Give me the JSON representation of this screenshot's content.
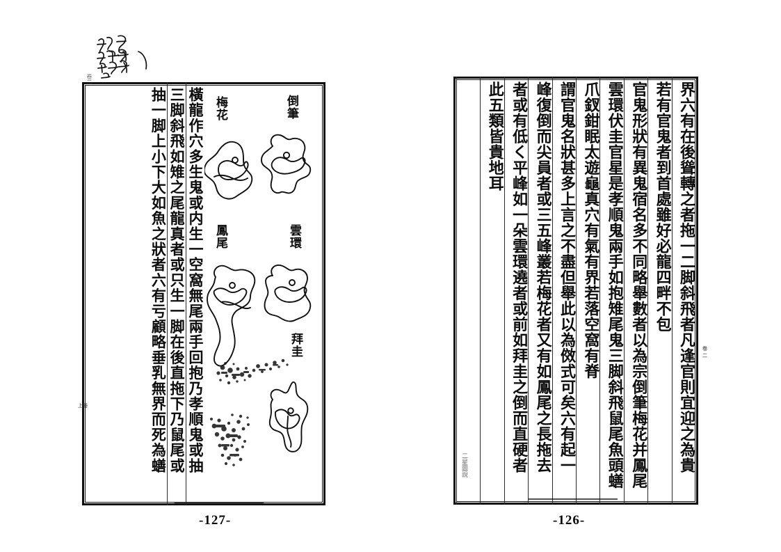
{
  "document": {
    "kind": "scanned-classical-chinese-book-spread",
    "background_color": "#ffffff",
    "ink_color": "#0d0d0d"
  },
  "left_page": {
    "folio": "-127-",
    "top_corner_mark": "卷二",
    "side_mark": "上冊",
    "columns": [
      "橫龍作穴多生鬼或内生一空窩無尾兩手回抱乃孝順鬼或抽",
      "三脚斜飛如雉之尾龍真者或只生一脚在後直拖下乃鼠尾或",
      "抽一脚上小下大如魚之狀者六有亏顧略垂乳無界而死為蟮"
    ],
    "figures": [
      {
        "id": "fig-daobi",
        "label": "倒筆",
        "label_pos": "top-right"
      },
      {
        "id": "fig-meihua",
        "label": "梅花",
        "label_pos": "top-left"
      },
      {
        "id": "fig-yunhuan",
        "label": "雲環",
        "label_pos": "mid-right"
      },
      {
        "id": "fig-fengwei",
        "label": "鳳尾",
        "label_pos": "mid-left"
      },
      {
        "id": "fig-baigui",
        "label": "拜圭",
        "label_pos": "bottom-right"
      }
    ]
  },
  "right_page": {
    "folio": "-126-",
    "side_mark": "卷二",
    "bottom_mark": "二星圖說",
    "columns": [
      "界六有在後聳轉之者拖一二脚斜飛者凡逢官則宜迎之為貴",
      "若有官鬼者到首處雖好必龍四畔不包",
      "官鬼形狀有異鬼宿名多不同略舉數者以為宗倒筆梅花并鳳尾",
      "雲環伏圭官星是孝順鬼兩手如抱雉尾鬼三脚斜飛鼠尾魚頭蟮",
      "爪釵鉗眠太遊龜真穴有氣有界若落空窩有脊",
      "謂官鬼名狀甚多上言之不盡但舉此以為傚式可矣六有起一",
      "峰復倒而尖員者或三五峰叢若梅花者又有如鳳尾之長拖去",
      "者或有低く平峰如一朵雲環遶者或前如拜圭之倒而直硬者",
      "此五類皆貴地耳"
    ]
  },
  "marginalia": {
    "present": true,
    "description": "handwritten cursive ink note, upper-left margin",
    "glyph_hint": "所卯炤即当小不必抽我拘"
  }
}
